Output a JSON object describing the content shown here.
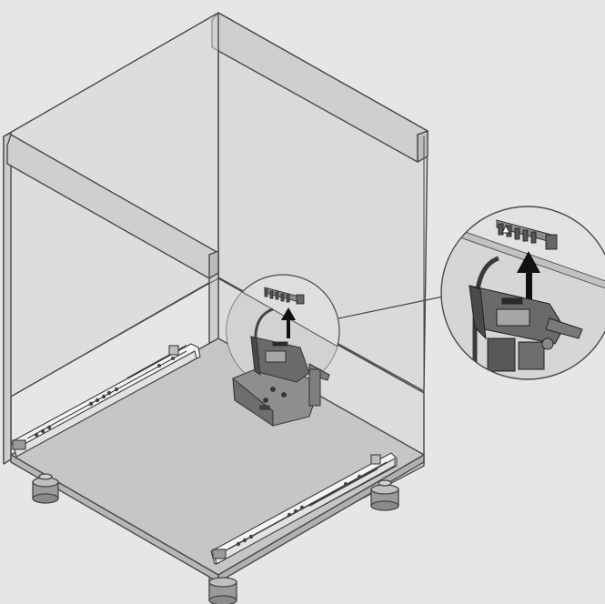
{
  "figure": {
    "subject": "cabinet-assembly-instruction",
    "callouts": [
      {
        "id": "detail-magnifier",
        "shows": "sync-bar-removal"
      }
    ],
    "steps": [
      {
        "action": "lift-up",
        "icon": "arrow-up-icon"
      }
    ]
  },
  "colors": {
    "background": "#e6e6e6",
    "cabinet_panel": "#d8d8d8",
    "cabinet_floor": "#c7c7c7",
    "outline": "#4a4a4a",
    "bracket": "#8a8a8a",
    "bracket_dark": "#5c5c5c",
    "arrow": "#111111",
    "rail": "#f4f4f4"
  }
}
